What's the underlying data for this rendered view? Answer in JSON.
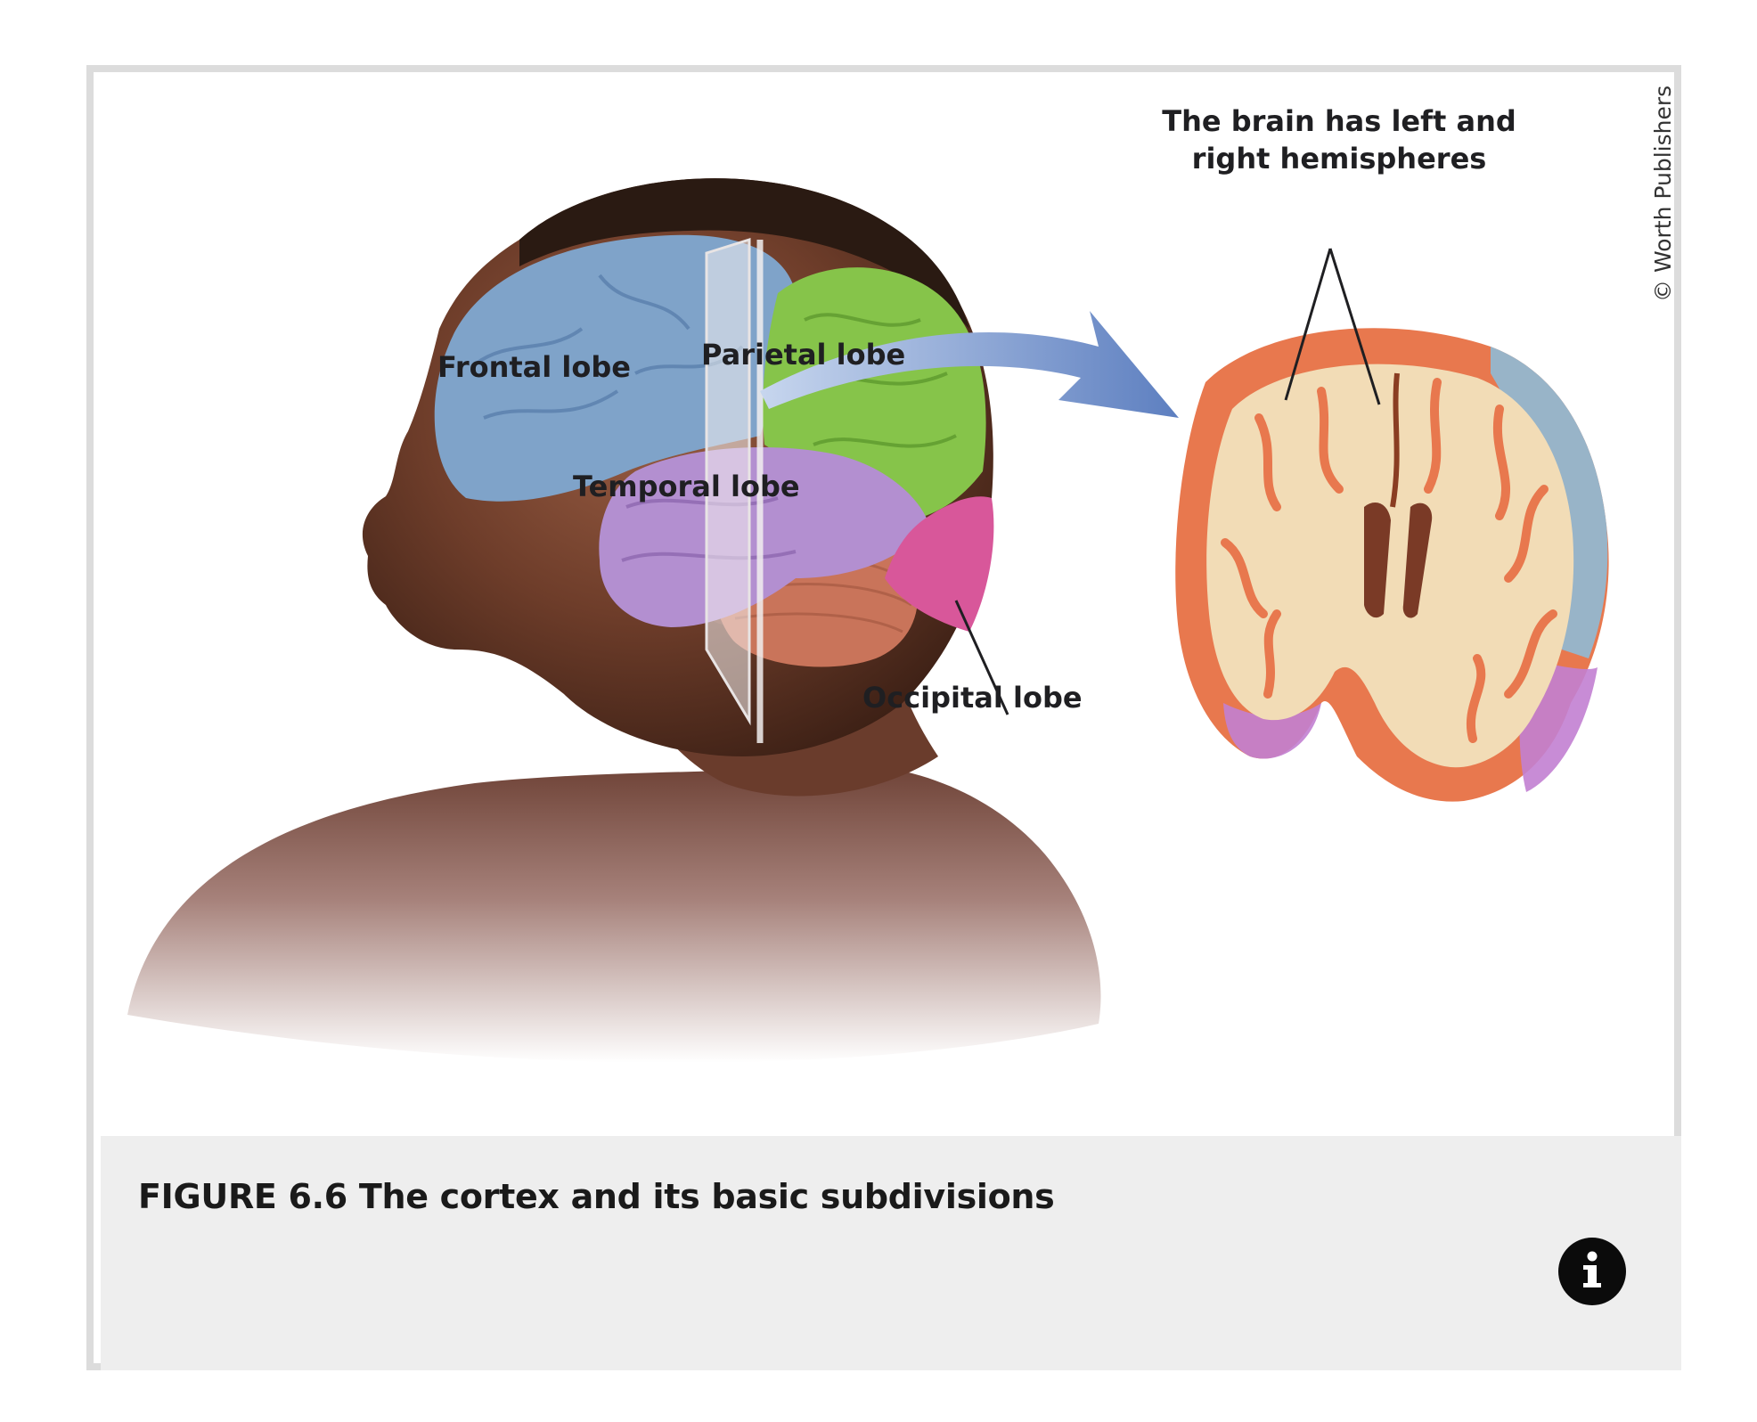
{
  "figure": {
    "caption": "FIGURE 6.6 The cortex and its basic subdivisions",
    "credit": "© Worth Publishers",
    "labels": {
      "frontal": "Frontal lobe",
      "parietal": "Parietal lobe",
      "temporal": "Temporal lobe",
      "occipital": "Occipital lobe",
      "hemispheres_line1": "The brain has left and",
      "hemispheres_line2": "right hemispheres"
    }
  },
  "info_button": {
    "icon": "info-icon"
  },
  "colors": {
    "frontal": "#7fa3c9",
    "parietal": "#86c44a",
    "temporal": "#b38fd0",
    "occipital": "#d8579a",
    "cerebellum": "#c9745a",
    "cortex_gray": "#e8784e",
    "white_matter": "#f2dcb6",
    "arrow": "#6f8dc4",
    "caption_bg": "#eeeeee"
  }
}
